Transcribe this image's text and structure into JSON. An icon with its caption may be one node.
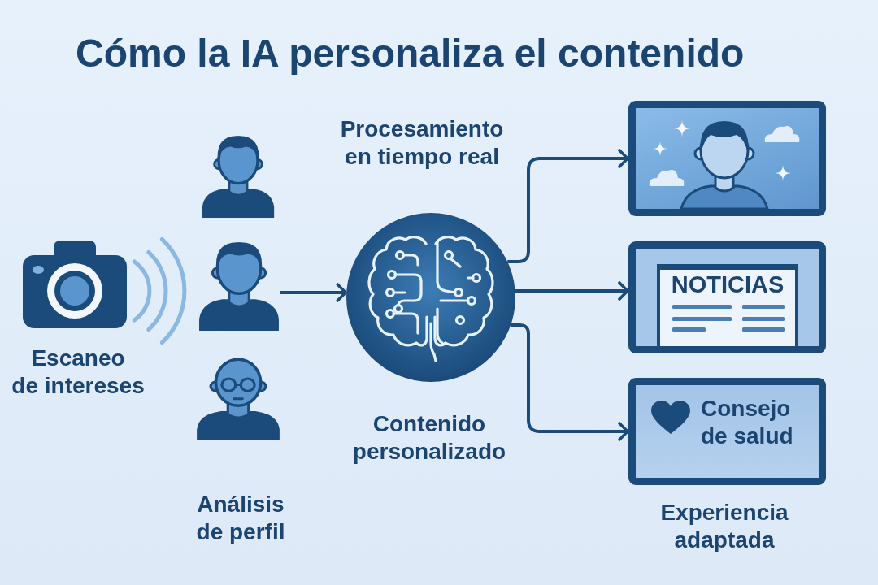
{
  "diagram": {
    "title": "Cómo la IA personaliza el contenido",
    "nodes": [
      {
        "text": [],
        "shape": "picture",
        "beside": [
          "Escaneo de intereses"
        ]
      },
      {
        "text": [],
        "shape": "person"
      },
      {
        "text": [],
        "shape": "person"
      },
      {
        "text": [],
        "shape": "person"
      },
      {
        "text": [],
        "shape": "circle",
        "beside": [
          "Procesamiento en tiempo real",
          "Contenido personalizado"
        ]
      },
      {
        "text": [],
        "shape": "picture"
      },
      {
        "text": [
          "NOTICIAS"
        ]
      },
      {
        "text": [
          "Consejo de salud"
        ]
      }
    ],
    "edges": [
      {
        "from": 2,
        "to": 4,
        "arrow": "to"
      },
      {
        "from": 4,
        "to": 5,
        "arrow": "to"
      },
      {
        "from": 4,
        "to": 6,
        "arrow": "to"
      },
      {
        "from": 4,
        "to": 7,
        "arrow": "to"
      }
    ],
    "labels": [
      "Análisis de perfil",
      "Experiencia adaptada"
    ]
  }
}
